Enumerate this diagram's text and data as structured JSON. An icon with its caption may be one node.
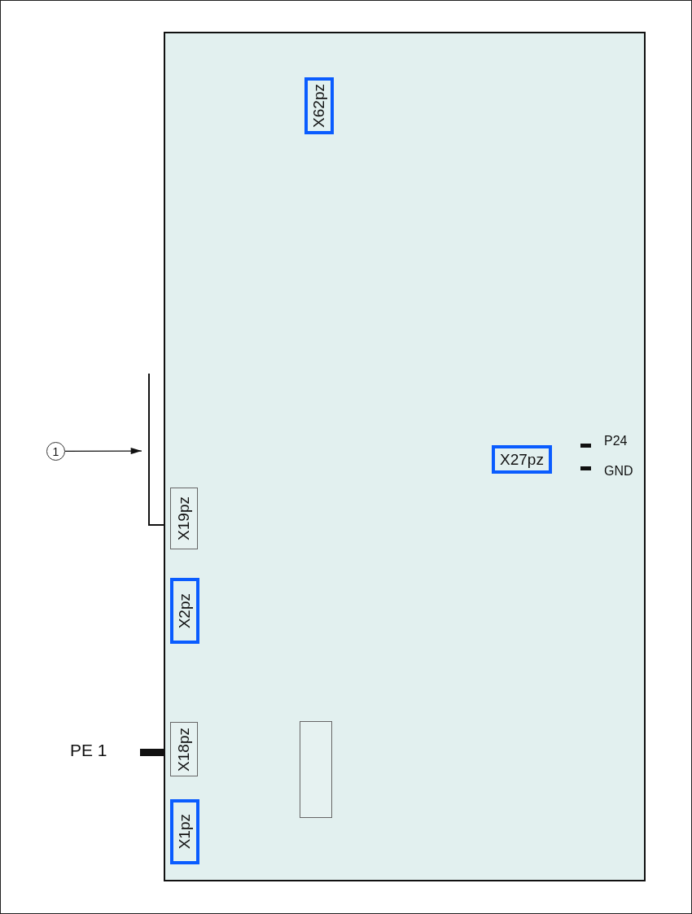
{
  "diagram": {
    "nodes": [
      {
        "text": [],
        "shape": "box"
      },
      {
        "text": [
          "X62pz"
        ],
        "in": 0
      },
      {
        "text": [
          "X27pz"
        ],
        "in": 0
      },
      {
        "text": [
          "X19pz"
        ],
        "in": 0
      },
      {
        "text": [
          "X2pz"
        ],
        "in": 0
      },
      {
        "text": [
          "X18pz"
        ],
        "in": 0
      },
      {
        "text": [
          "X1pz"
        ],
        "in": 0
      },
      {
        "text": [],
        "shape": "box",
        "in": 0
      },
      {
        "text": [
          "1"
        ]
      },
      {
        "text": [],
        "shape": "bracket"
      }
    ],
    "edges": [
      {
        "from": 8,
        "to": 9,
        "arrow": "to"
      }
    ],
    "labels": [
      "P24",
      "GND",
      "PE 1"
    ]
  }
}
